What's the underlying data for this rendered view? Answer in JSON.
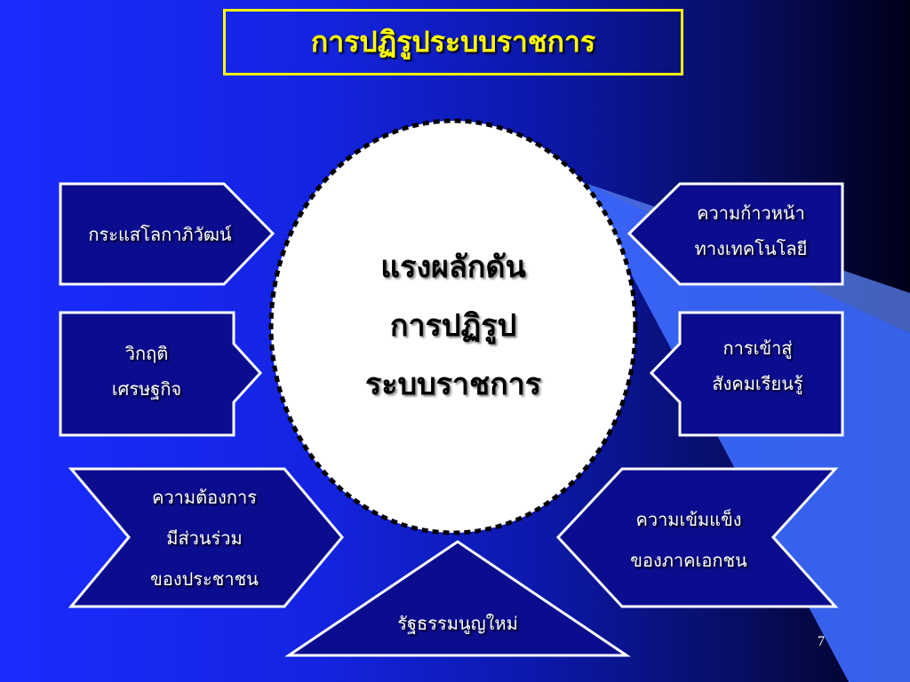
{
  "colors": {
    "title_text": "#ffff00",
    "shape_fill": "#0c0c8f",
    "shape_outline": "#ffffff",
    "circle_fill": "#ffffff",
    "circle_border": "#000000"
  },
  "title": "การปฏิรูประบบราชการ",
  "center": {
    "lines": [
      "แรงผลักดัน",
      "การปฏิรูป",
      "ระบบราชการ"
    ]
  },
  "factors": {
    "globalization": {
      "lines": [
        "กระแสโลกาภิวัฒน์"
      ]
    },
    "economic_crisis": {
      "lines": [
        "วิกฤติ",
        "เศรษฐกิจ"
      ]
    },
    "public_participation": {
      "lines": [
        "ความต้องการ",
        "มีส่วนร่วม",
        "ของประชาชน"
      ]
    },
    "technology": {
      "lines": [
        "ความก้าวหน้า",
        "ทางเทคโนโลยี"
      ]
    },
    "learning_society": {
      "lines": [
        "การเข้าสู่",
        "สังคมเรียนรู้"
      ]
    },
    "private_sector": {
      "lines": [
        "ความเข้มแข็ง",
        "ของภาคเอกชน"
      ]
    },
    "constitution": {
      "lines": [
        "รัฐธรรมนูญใหม่"
      ]
    }
  },
  "slide_number": "7"
}
